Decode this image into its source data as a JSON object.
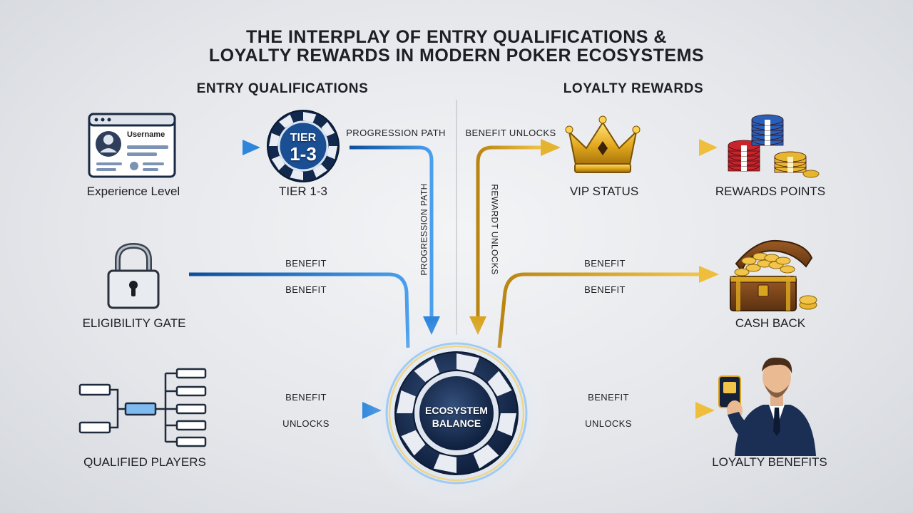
{
  "title": {
    "line1": "THE INTERPLAY OF ENTRY QUALIFICATIONS &",
    "line2": "LOYALTY REWARDS IN MODERN POKER ECOSYSTEMS"
  },
  "sections": {
    "entry": "ENTRY QUALIFICATIONS",
    "loyalty": "LOYALTY REWARDS"
  },
  "nodes": {
    "experience_level": "Experience Level",
    "tier": "TIER 1-3",
    "eligibility_gate": "ELIGIBILITY GATE",
    "qualified_players": "QUALIFIED PLAYERS",
    "vip_status": "VIP STATUS",
    "rewards_points": "REWARDS POINTS",
    "cash_back": "CASH BACK",
    "loyalty_benefits": "LOYALTY BENEFITS"
  },
  "profile_card": {
    "username": "Username"
  },
  "tier_chip": {
    "line1": "TIER",
    "line2": "1-3"
  },
  "hub": {
    "line1": "ECOSYSTEM",
    "line2": "BALANCE"
  },
  "connector_labels": {
    "progression_path_top": "PROGRESSION PATH",
    "progression_path_vertical": "PROGRESSION PATH",
    "benefit_unlocks_top": "BENEFIT UNLOCKS",
    "reward_unlocks_vertical": "REWARDT UNLOCKS",
    "gate_benefit_1": "BENEFIT",
    "gate_benefit_2": "BENEFIT",
    "cash_benefit_1": "BENEFIT",
    "cash_benefit_2": "BENEFIT",
    "players_benefit": "BENEFIT",
    "players_unlocks": "UNLOCKS",
    "loyalty_benefit": "BENEFIT",
    "loyalty_unlocks": "UNLOCKS"
  },
  "colors": {
    "blue": "#1f6fc4",
    "gold": "#d9a521",
    "navy": "#1d3557"
  }
}
